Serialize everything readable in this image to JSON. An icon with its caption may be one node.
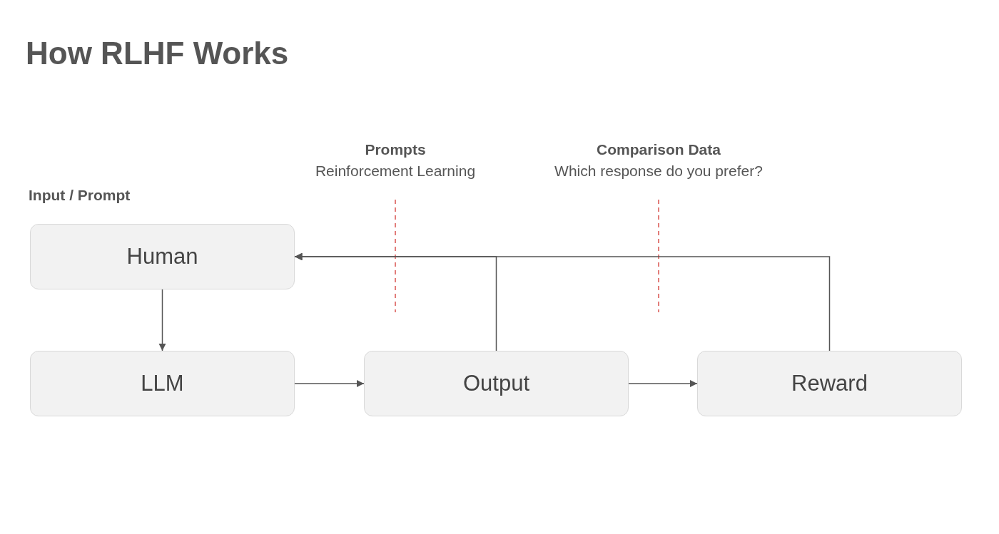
{
  "diagram": {
    "title": "How RLHF Works",
    "nodes": [
      {
        "text": [
          "Human"
        ],
        "beside": [
          "Input / Prompt"
        ]
      },
      {
        "text": [
          "LLM"
        ]
      },
      {
        "text": [
          "Output"
        ]
      },
      {
        "text": [
          "Reward"
        ]
      }
    ],
    "edges": [
      {
        "from": 0,
        "to": 1,
        "arrow": "to"
      },
      {
        "from": 1,
        "to": 2,
        "arrow": "to"
      },
      {
        "from": 2,
        "to": 3,
        "arrow": "to"
      },
      {
        "from": 2,
        "to": 0,
        "arrow": "to"
      },
      {
        "from": 3,
        "to": 0,
        "arrow": "to"
      }
    ],
    "labels": [
      "Prompts",
      "Reinforcement Learning",
      "Comparison Data",
      "Which response do you prefer?"
    ]
  }
}
